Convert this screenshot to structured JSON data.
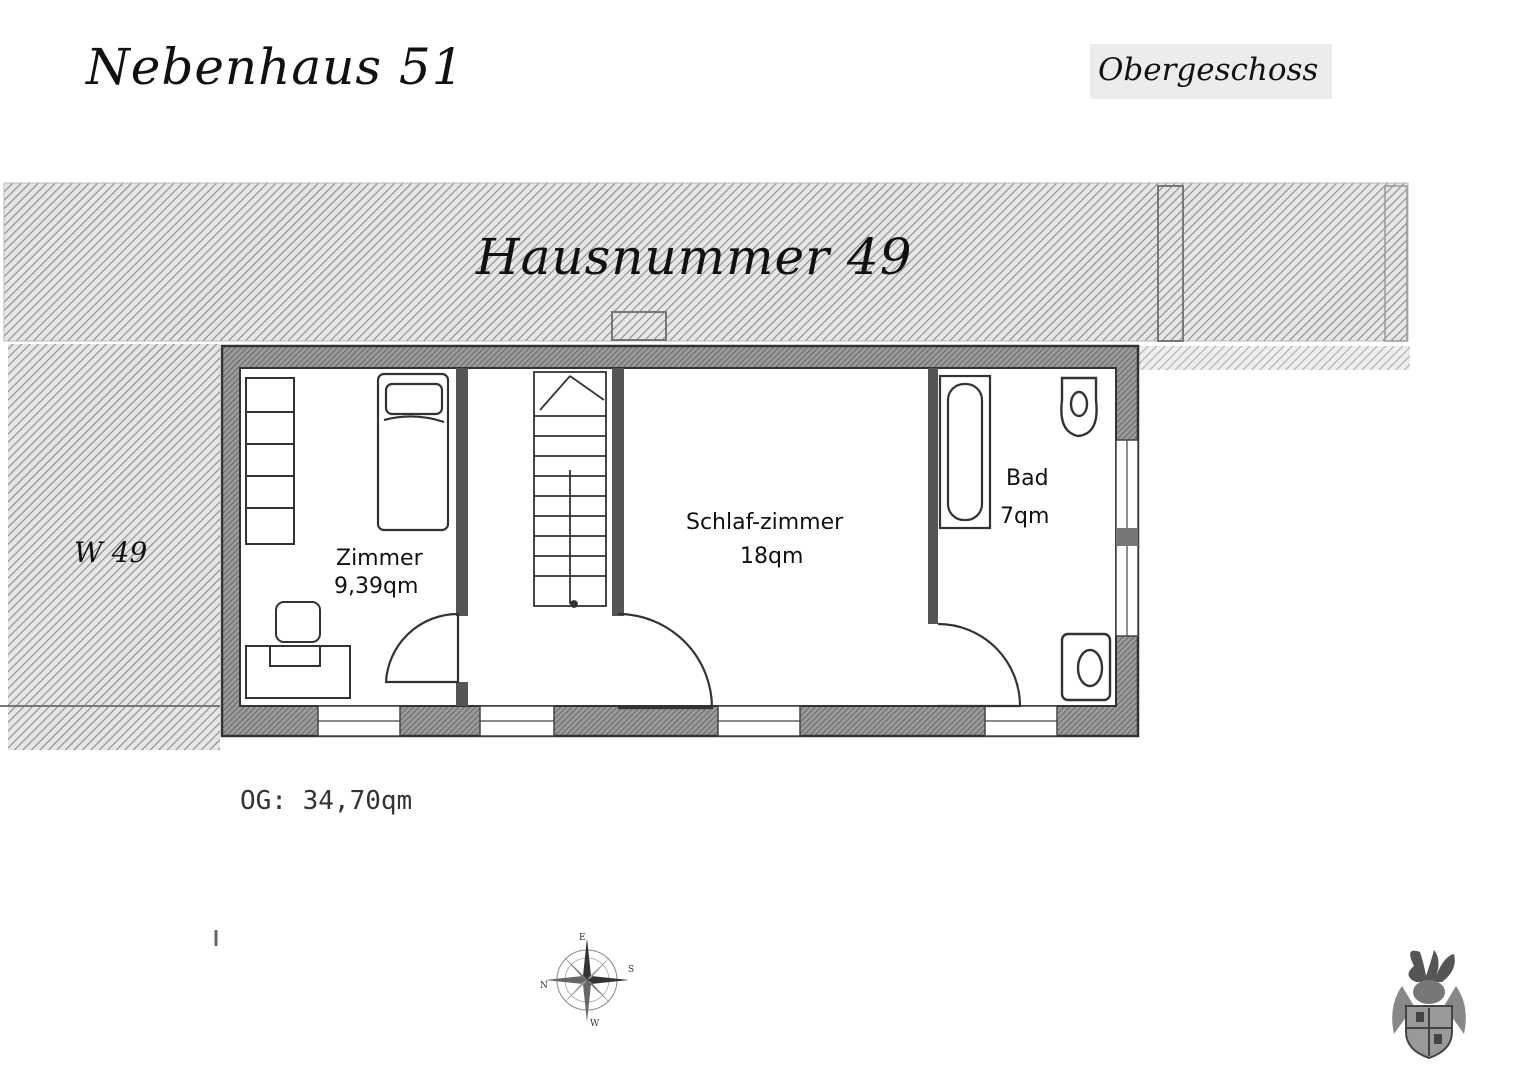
{
  "header": {
    "title": "Nebenhaus 51",
    "floor": "Obergeschoss"
  },
  "neighbors": {
    "north": "Hausnummer 49",
    "west": "W 49"
  },
  "rooms": [
    {
      "name": "Zimmer",
      "area": "9,39qm"
    },
    {
      "name": "Schlaf-zimmer",
      "area": "18qm"
    },
    {
      "name": "Bad",
      "area": "7qm"
    }
  ],
  "total_area": "OG: 34,70qm",
  "compass": {
    "n": "N",
    "e": "E",
    "s": "S",
    "w": "W"
  },
  "colors": {
    "wall": "#555555",
    "hatch": "#9a9a9a",
    "badge": "#ececec"
  }
}
